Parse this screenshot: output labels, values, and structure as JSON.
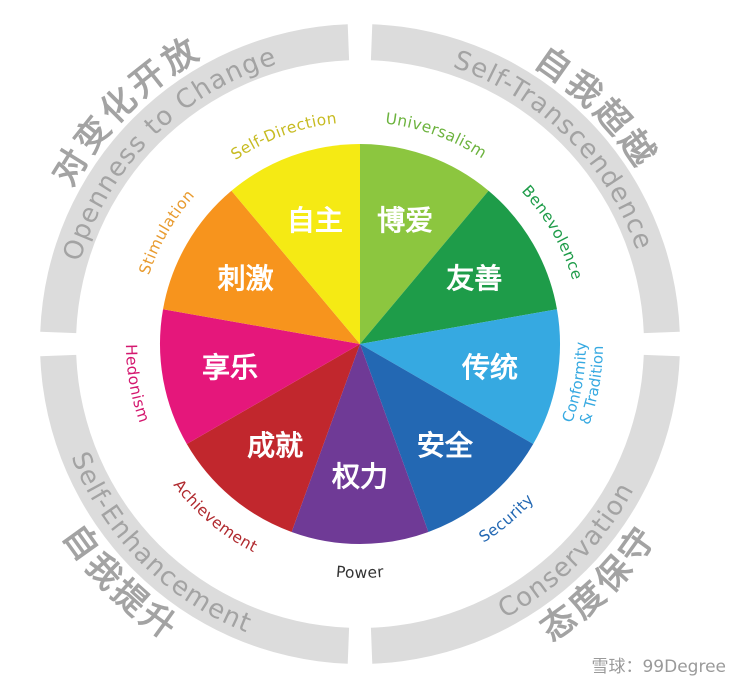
{
  "colors": {
    "ring": "#dcdcdc",
    "group_text": "#a3a3a3",
    "wedge_label": "#ffffff"
  },
  "groups": [
    {
      "id": "openness",
      "en": "Openness to Change",
      "zh": "对变化开放"
    },
    {
      "id": "self_transcendence",
      "en": "Self-Transcendence",
      "zh": "自我超越"
    },
    {
      "id": "conservation",
      "en": "Conservation",
      "zh": "态度保守"
    },
    {
      "id": "self_enhancement",
      "en": "Self-Enhancement",
      "zh": "自我提升"
    }
  ],
  "values": [
    {
      "id": "universalism",
      "zh": "博爱",
      "en": "Universalism",
      "color": "#8cc63f",
      "text_color": "#6db33f"
    },
    {
      "id": "benevolence",
      "zh": "友善",
      "en": "Benevolence",
      "color": "#1e9c49",
      "text_color": "#1e9c49"
    },
    {
      "id": "conformity_tradition",
      "zh": "传统",
      "en_lines": [
        "Conformity",
        "& Tradition"
      ],
      "color": "#36a9e1",
      "text_color": "#36a9e1"
    },
    {
      "id": "security",
      "zh": "安全",
      "en": "Security",
      "color": "#2368b3",
      "text_color": "#2368b3"
    },
    {
      "id": "power",
      "zh": "权力",
      "en": "Power",
      "color": "#6f3a96",
      "text_color": "#333333"
    },
    {
      "id": "achievement",
      "zh": "成就",
      "en": "Achievement",
      "color": "#c1272d",
      "text_color": "#b0292e"
    },
    {
      "id": "hedonism",
      "zh": "享乐",
      "en": "Hedonism",
      "color": "#e5177b",
      "text_color": "#d4186f"
    },
    {
      "id": "stimulation",
      "zh": "刺激",
      "en": "Stimulation",
      "color": "#f7941d",
      "text_color": "#e89b2f"
    },
    {
      "id": "self_direction",
      "zh": "自主",
      "en": "Self-Direction",
      "color": "#f5ea14",
      "text_color": "#c7bb22"
    }
  ],
  "watermark": "雪球：99Degree"
}
